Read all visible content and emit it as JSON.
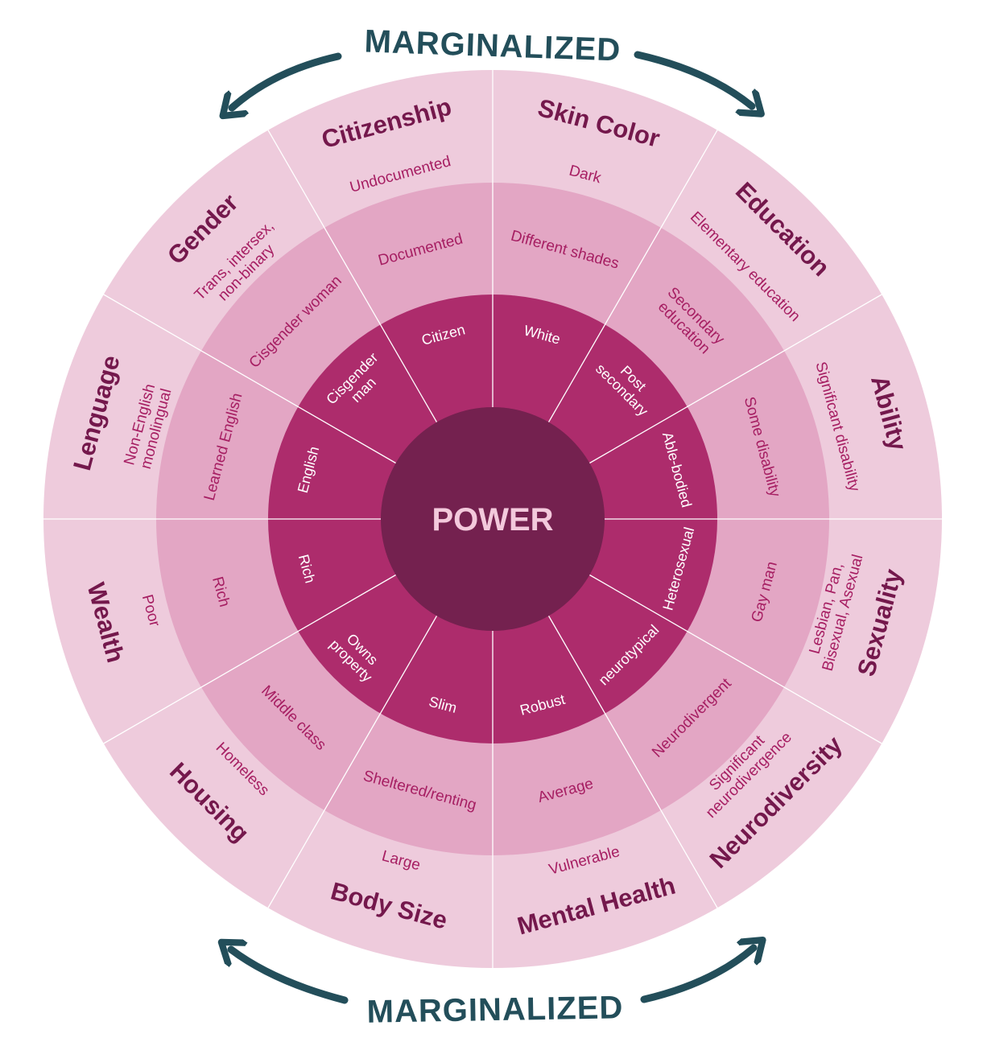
{
  "title": "",
  "center_label": "POWER",
  "marginalized_top": "MARGINALIZED",
  "marginalized_bottom": "MARGINALIZED",
  "colors": {
    "outer_ring": "#eecbdc",
    "ring_2": "#e3a6c4",
    "ring_3": "#ad2c6c",
    "center": "#74214f",
    "category_text": "#74184c",
    "item_text": "#a61e62",
    "arrow": "#234e5a",
    "divider": "#ffffff"
  },
  "categories": [
    {
      "name": "Skin Color",
      "marginalized": [
        "Dark"
      ],
      "middle": [
        "Different shades"
      ],
      "powerful": [
        "White"
      ]
    },
    {
      "name": "Education",
      "marginalized": [
        "Elementary education"
      ],
      "middle": [
        "Secondary",
        "education"
      ],
      "powerful": [
        "Post",
        "secondary"
      ]
    },
    {
      "name": "Ability",
      "marginalized": [
        "Significant disability"
      ],
      "middle": [
        "Some disability"
      ],
      "powerful": [
        "Able-bodied"
      ]
    },
    {
      "name": "Sexuality",
      "marginalized": [
        "Lesbian, Pan,",
        "Bisexual, Asexual"
      ],
      "middle": [
        "Gay man"
      ],
      "powerful": [
        "Heterosexual"
      ]
    },
    {
      "name": "Neurodiversity",
      "marginalized": [
        "Significant",
        "neurodivergence"
      ],
      "middle": [
        "Neurodivergent"
      ],
      "powerful": [
        "neurotypical"
      ]
    },
    {
      "name": "Mental Health",
      "marginalized": [
        "Vulnerable"
      ],
      "middle": [
        "Average"
      ],
      "powerful": [
        "Robust"
      ]
    },
    {
      "name": "Body Size",
      "marginalized": [
        "Large"
      ],
      "middle": [
        "Sheltered/renting"
      ],
      "powerful": [
        "Slim"
      ]
    },
    {
      "name": "Housing",
      "marginalized": [
        "Homeless"
      ],
      "middle": [
        "Middle class"
      ],
      "powerful": [
        "Owns",
        "property"
      ]
    },
    {
      "name": "Wealth",
      "marginalized": [
        "Poor"
      ],
      "middle": [
        "Rich"
      ],
      "powerful": [
        "Rich"
      ]
    },
    {
      "name": "Lenguage",
      "marginalized": [
        "Non-English",
        "monolingual"
      ],
      "middle": [
        "Learned English"
      ],
      "powerful": [
        "English"
      ]
    },
    {
      "name": "Gender",
      "marginalized": [
        "Trans, intersex,",
        "non-binary"
      ],
      "middle": [
        "Cisgender woman"
      ],
      "powerful": [
        "Cisgender",
        "man"
      ]
    },
    {
      "name": "Citizenship",
      "marginalized": [
        "Undocumented"
      ],
      "middle": [
        "Documented"
      ],
      "powerful": [
        "Citizen"
      ]
    }
  ]
}
